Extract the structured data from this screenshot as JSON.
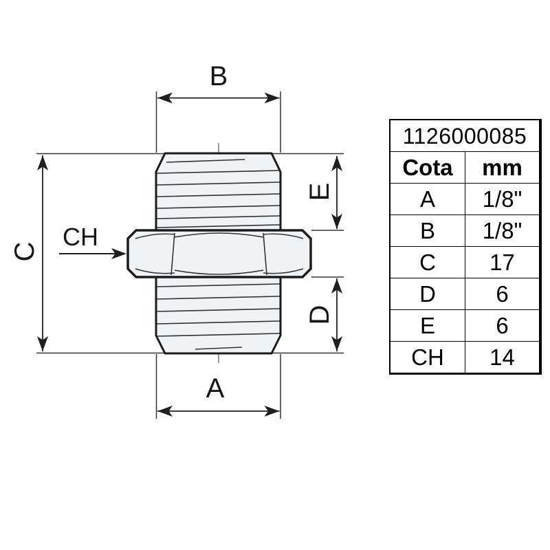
{
  "drawing": {
    "type": "technical drawing of hex pipe nipple fitting, side view with threads",
    "dim_labels": {
      "a": "A",
      "b": "B",
      "c": "C",
      "d": "D",
      "e": "E",
      "ch": "CH"
    }
  },
  "table": {
    "part_number": "1126000085",
    "col_headers": {
      "cota": "Cota",
      "unit": "mm"
    },
    "rows": [
      {
        "cota": "A",
        "value": "1/8\""
      },
      {
        "cota": "B",
        "value": "1/8\""
      },
      {
        "cota": "C",
        "value": "17"
      },
      {
        "cota": "D",
        "value": "6"
      },
      {
        "cota": "E",
        "value": "6"
      },
      {
        "cota": "CH",
        "value": "14"
      }
    ]
  },
  "colors": {
    "background": "#ffffff",
    "part_fill": "#f0f3f5",
    "part_outline": "#1b1b1b",
    "thin_line": "#333333",
    "dim_line": "#1e1e1e",
    "centerline": "#555555",
    "text": "#161616",
    "table_border": "#000000"
  }
}
